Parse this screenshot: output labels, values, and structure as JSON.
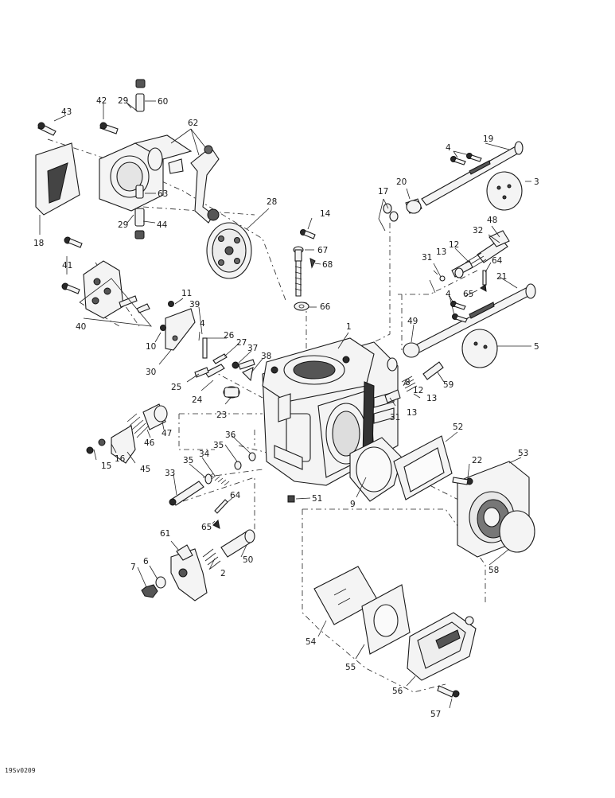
{
  "drawing_code": "19Sv0209",
  "callouts": [
    {
      "id": "c1",
      "text": "1"
    },
    {
      "id": "c2",
      "text": "2"
    },
    {
      "id": "c3",
      "text": "3"
    },
    {
      "id": "c4a",
      "text": "4"
    },
    {
      "id": "c4b",
      "text": "4"
    },
    {
      "id": "c4c",
      "text": "4"
    },
    {
      "id": "c5",
      "text": "5"
    },
    {
      "id": "c6",
      "text": "6"
    },
    {
      "id": "c7",
      "text": "7"
    },
    {
      "id": "c8",
      "text": "8"
    },
    {
      "id": "c9",
      "text": "9"
    },
    {
      "id": "c10",
      "text": "10"
    },
    {
      "id": "c11",
      "text": "11"
    },
    {
      "id": "c12a",
      "text": "12"
    },
    {
      "id": "c12b",
      "text": "12"
    },
    {
      "id": "c13a",
      "text": "13"
    },
    {
      "id": "c13b",
      "text": "13"
    },
    {
      "id": "c13c",
      "text": "13"
    },
    {
      "id": "c14",
      "text": "14"
    },
    {
      "id": "c15",
      "text": "15"
    },
    {
      "id": "c16",
      "text": "16"
    },
    {
      "id": "c17",
      "text": "17"
    },
    {
      "id": "c18",
      "text": "18"
    },
    {
      "id": "c19",
      "text": "19"
    },
    {
      "id": "c20",
      "text": "20"
    },
    {
      "id": "c21",
      "text": "21"
    },
    {
      "id": "c22",
      "text": "22"
    },
    {
      "id": "c23",
      "text": "23"
    },
    {
      "id": "c24",
      "text": "24"
    },
    {
      "id": "c25",
      "text": "25"
    },
    {
      "id": "c26",
      "text": "26"
    },
    {
      "id": "c27",
      "text": "27"
    },
    {
      "id": "c28",
      "text": "28"
    },
    {
      "id": "c29a",
      "text": "29"
    },
    {
      "id": "c29b",
      "text": "29"
    },
    {
      "id": "c30",
      "text": "30"
    },
    {
      "id": "c31a",
      "text": "31"
    },
    {
      "id": "c31b",
      "text": "31"
    },
    {
      "id": "c32",
      "text": "32"
    },
    {
      "id": "c33",
      "text": "33"
    },
    {
      "id": "c34",
      "text": "34"
    },
    {
      "id": "c35a",
      "text": "35"
    },
    {
      "id": "c35b",
      "text": "35"
    },
    {
      "id": "c36",
      "text": "36"
    },
    {
      "id": "c37",
      "text": "37"
    },
    {
      "id": "c38",
      "text": "38"
    },
    {
      "id": "c39",
      "text": "39"
    },
    {
      "id": "c40",
      "text": "40"
    },
    {
      "id": "c41",
      "text": "41"
    },
    {
      "id": "c42",
      "text": "42"
    },
    {
      "id": "c43",
      "text": "43"
    },
    {
      "id": "c44",
      "text": "44"
    },
    {
      "id": "c45",
      "text": "45"
    },
    {
      "id": "c46",
      "text": "46"
    },
    {
      "id": "c47",
      "text": "47"
    },
    {
      "id": "c48",
      "text": "48"
    },
    {
      "id": "c49",
      "text": "49"
    },
    {
      "id": "c50",
      "text": "50"
    },
    {
      "id": "c51",
      "text": "51"
    },
    {
      "id": "c52",
      "text": "52"
    },
    {
      "id": "c53",
      "text": "53"
    },
    {
      "id": "c54",
      "text": "54"
    },
    {
      "id": "c55",
      "text": "55"
    },
    {
      "id": "c56",
      "text": "56"
    },
    {
      "id": "c57",
      "text": "57"
    },
    {
      "id": "c58",
      "text": "58"
    },
    {
      "id": "c59",
      "text": "59"
    },
    {
      "id": "c60",
      "text": "60"
    },
    {
      "id": "c61",
      "text": "61"
    },
    {
      "id": "c62",
      "text": "62"
    },
    {
      "id": "c63",
      "text": "63"
    },
    {
      "id": "c64a",
      "text": "64"
    },
    {
      "id": "c64b",
      "text": "64"
    },
    {
      "id": "c65a",
      "text": "65"
    },
    {
      "id": "c65b",
      "text": "65"
    },
    {
      "id": "c66",
      "text": "66"
    },
    {
      "id": "c67",
      "text": "67"
    },
    {
      "id": "c68",
      "text": "68"
    }
  ]
}
